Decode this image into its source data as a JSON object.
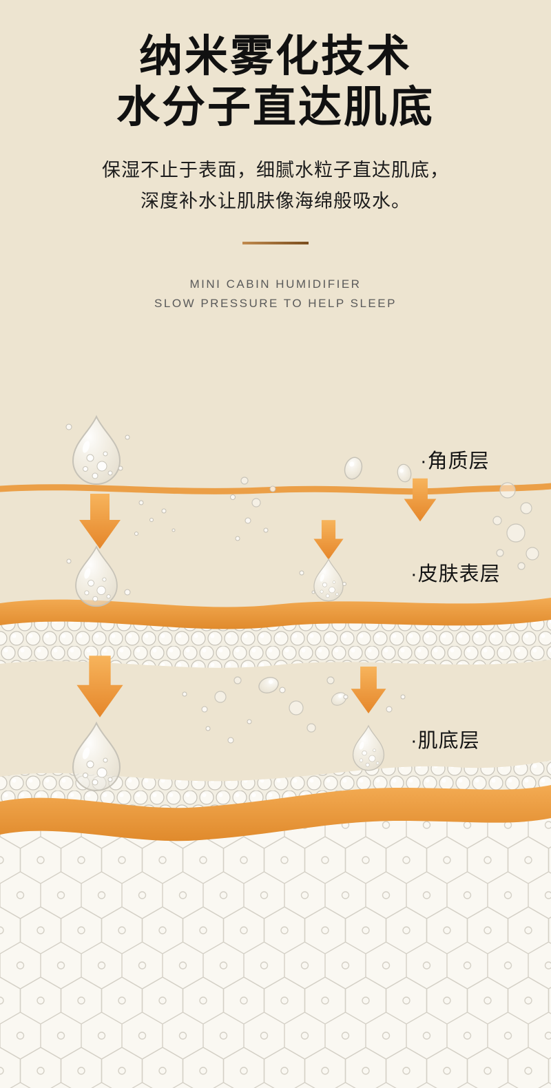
{
  "header": {
    "title_line1": "纳米雾化技术",
    "title_line2": "水分子直达肌底",
    "subtitle_line1": "保湿不止于表面，细腻水粒子直达肌底，",
    "subtitle_line2": "深度补水让肌肤像海绵般吸水。",
    "caption_line1": "MINI CABIN HUMIDIFIER",
    "caption_line2": "SLOW PRESSURE TO HELP SLEEP"
  },
  "layer_labels": [
    {
      "id": "stratum-corneum",
      "text": "·角质层"
    },
    {
      "id": "epidermis-surface",
      "text": "·皮肤表层"
    },
    {
      "id": "skin-base-layer",
      "text": "·肌底层"
    }
  ],
  "icons": {
    "water_drop": "water-drop-icon",
    "down_arrow": "down-arrow-icon"
  },
  "colors": {
    "background": "#ede4d0",
    "accent-orange": "#ee9d3f",
    "accent-orange-light": "#f6b055",
    "accent-orange-dark": "#e38b2b",
    "divider-start": "#c08a4e",
    "divider-end": "#7a4d1d",
    "title-color": "#111111",
    "caption-color": "#5a5a5a"
  }
}
